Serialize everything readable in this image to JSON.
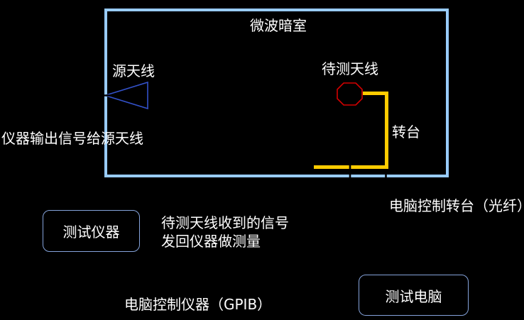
{
  "diagram": {
    "chamber_title": "微波暗室",
    "source_antenna_label": "源天线",
    "aut_antenna_label": "待测天线",
    "turntable_label": "转台"
  },
  "annotations": {
    "instrument_to_source": "仪器输出信号给源天线",
    "return_signal_line1": "待测天线收到的信号",
    "return_signal_line2": "发回仪器做测量",
    "fiber_control": "电脑控制转台（光纤）",
    "gpib_control": "电脑控制仪器（GPIB）"
  },
  "nodes": {
    "test_instrument": "测试仪器",
    "test_computer": "测试电脑"
  },
  "colors": {
    "background": "#000000",
    "chamber_border": "#99CCFF",
    "node_box_border": "#85A3DB",
    "source_antenna_blue": "#3351C9",
    "aut_antenna_red": "#D40000",
    "cable_yellow": "#FFCC00",
    "text": "#FFFFFF"
  }
}
